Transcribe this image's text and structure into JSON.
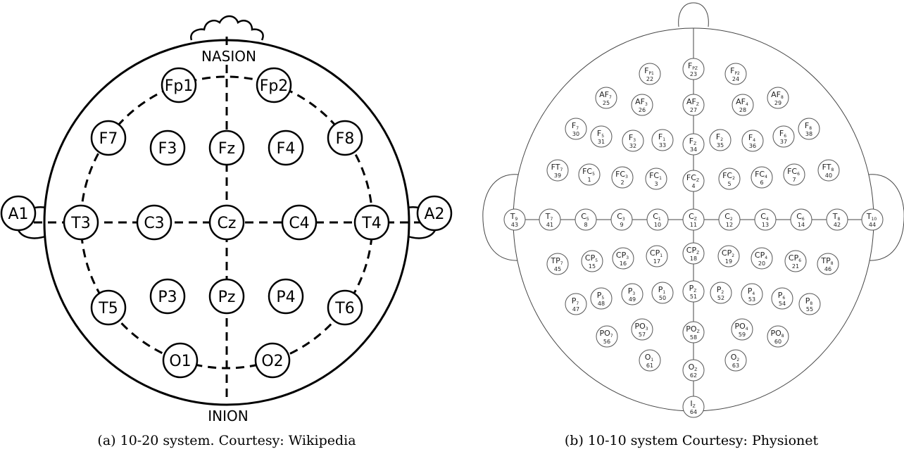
{
  "left_diagram": {
    "nasion": "NASION",
    "inion": "INION",
    "electrodes": [
      {
        "label": "Fp1"
      },
      {
        "label": "Fp2"
      },
      {
        "label": "F7"
      },
      {
        "label": "F3"
      },
      {
        "label": "Fz"
      },
      {
        "label": "F4"
      },
      {
        "label": "F8"
      },
      {
        "label": "A1"
      },
      {
        "label": "T3"
      },
      {
        "label": "C3"
      },
      {
        "label": "Cz"
      },
      {
        "label": "C4"
      },
      {
        "label": "T4"
      },
      {
        "label": "A2"
      },
      {
        "label": "T5"
      },
      {
        "label": "P3"
      },
      {
        "label": "Pz"
      },
      {
        "label": "P4"
      },
      {
        "label": "T6"
      },
      {
        "label": "O1"
      },
      {
        "label": "O2"
      }
    ],
    "caption": "(a) 10-20 system. Courtesy: Wikipedia"
  },
  "right_diagram": {
    "electrodes": [
      {
        "base": "F",
        "sub": "P1",
        "num": "22"
      },
      {
        "base": "F",
        "sub": "PZ",
        "num": "23"
      },
      {
        "base": "F",
        "sub": "P2",
        "num": "24"
      },
      {
        "base": "AF",
        "sub": "7",
        "num": "25"
      },
      {
        "base": "AF",
        "sub": "3",
        "num": "26"
      },
      {
        "base": "AF",
        "sub": "Z",
        "num": "27"
      },
      {
        "base": "AF",
        "sub": "4",
        "num": "28"
      },
      {
        "base": "AF",
        "sub": "8",
        "num": "29"
      },
      {
        "base": "F",
        "sub": "7",
        "num": "30"
      },
      {
        "base": "F",
        "sub": "5",
        "num": "31"
      },
      {
        "base": "F",
        "sub": "3",
        "num": "32"
      },
      {
        "base": "F",
        "sub": "1",
        "num": "33"
      },
      {
        "base": "F",
        "sub": "Z",
        "num": "34"
      },
      {
        "base": "F",
        "sub": "2",
        "num": "35"
      },
      {
        "base": "F",
        "sub": "4",
        "num": "36"
      },
      {
        "base": "F",
        "sub": "6",
        "num": "37"
      },
      {
        "base": "F",
        "sub": "8",
        "num": "38"
      },
      {
        "base": "FT",
        "sub": "7",
        "num": "39"
      },
      {
        "base": "FC",
        "sub": "5",
        "num": "1"
      },
      {
        "base": "FC",
        "sub": "3",
        "num": "2"
      },
      {
        "base": "FC",
        "sub": "1",
        "num": "3"
      },
      {
        "base": "FC",
        "sub": "Z",
        "num": "4"
      },
      {
        "base": "FC",
        "sub": "2",
        "num": "5"
      },
      {
        "base": "FC",
        "sub": "4",
        "num": "6"
      },
      {
        "base": "FC",
        "sub": "6",
        "num": "7"
      },
      {
        "base": "FT",
        "sub": "8",
        "num": "40"
      },
      {
        "base": "T",
        "sub": "9",
        "num": "43"
      },
      {
        "base": "T",
        "sub": "7",
        "num": "41"
      },
      {
        "base": "C",
        "sub": "5",
        "num": "8"
      },
      {
        "base": "C",
        "sub": "3",
        "num": "9"
      },
      {
        "base": "C",
        "sub": "1",
        "num": "10"
      },
      {
        "base": "C",
        "sub": "Z",
        "num": "11"
      },
      {
        "base": "C",
        "sub": "2",
        "num": "12"
      },
      {
        "base": "C",
        "sub": "4",
        "num": "13"
      },
      {
        "base": "C",
        "sub": "6",
        "num": "14"
      },
      {
        "base": "T",
        "sub": "8",
        "num": "42"
      },
      {
        "base": "T",
        "sub": "10",
        "num": "44"
      },
      {
        "base": "TP",
        "sub": "7",
        "num": "45"
      },
      {
        "base": "CP",
        "sub": "5",
        "num": "15"
      },
      {
        "base": "CP",
        "sub": "3",
        "num": "16"
      },
      {
        "base": "CP",
        "sub": "1",
        "num": "17"
      },
      {
        "base": "CP",
        "sub": "Z",
        "num": "18"
      },
      {
        "base": "CP",
        "sub": "2",
        "num": "19"
      },
      {
        "base": "CP",
        "sub": "4",
        "num": "20"
      },
      {
        "base": "CP",
        "sub": "6",
        "num": "21"
      },
      {
        "base": "TP",
        "sub": "8",
        "num": "46"
      },
      {
        "base": "P",
        "sub": "7",
        "num": "47"
      },
      {
        "base": "P",
        "sub": "5",
        "num": "48"
      },
      {
        "base": "P",
        "sub": "3",
        "num": "49"
      },
      {
        "base": "P",
        "sub": "1",
        "num": "50"
      },
      {
        "base": "P",
        "sub": "Z",
        "num": "51"
      },
      {
        "base": "P",
        "sub": "2",
        "num": "52"
      },
      {
        "base": "P",
        "sub": "4",
        "num": "53"
      },
      {
        "base": "P",
        "sub": "6",
        "num": "54"
      },
      {
        "base": "P",
        "sub": "8",
        "num": "55"
      },
      {
        "base": "PO",
        "sub": "7",
        "num": "56"
      },
      {
        "base": "PO",
        "sub": "3",
        "num": "57"
      },
      {
        "base": "PO",
        "sub": "Z",
        "num": "58"
      },
      {
        "base": "PO",
        "sub": "4",
        "num": "59"
      },
      {
        "base": "PO",
        "sub": "8",
        "num": "60"
      },
      {
        "base": "O",
        "sub": "1",
        "num": "61"
      },
      {
        "base": "O",
        "sub": "Z",
        "num": "62"
      },
      {
        "base": "O",
        "sub": "2",
        "num": "63"
      },
      {
        "base": "I",
        "sub": "Z",
        "num": "64"
      }
    ],
    "caption": "(b) 10-10 system Courtesy: Physionet"
  }
}
